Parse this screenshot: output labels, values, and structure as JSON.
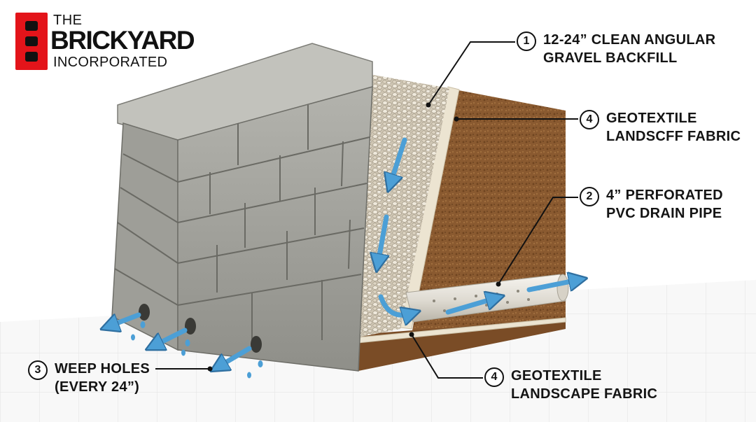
{
  "logo": {
    "line1": "THE",
    "line2": "BRICKYARD",
    "line3": "INCORPORATED",
    "brand_color": "#e3141a"
  },
  "callouts": [
    {
      "id": "gravel",
      "number": "1",
      "line1": "12-24” CLEAN ANGULAR",
      "line2": "GRAVEL BACKFILL"
    },
    {
      "id": "fabric-top",
      "number": "4",
      "line1": "GEOTEXTILE",
      "line2": "LANDSCFF FABRIC"
    },
    {
      "id": "pipe",
      "number": "2",
      "line1": "4” PERFORATED",
      "line2": "PVC DRAIN PIPE"
    },
    {
      "id": "weep",
      "number": "3",
      "line1": "WEEP HOLES",
      "line2": "(EVERY 24”)"
    },
    {
      "id": "fabric-bottom",
      "number": "4",
      "line1": "GEOTEXTILE",
      "line2": "LANDSCAPE FABRIC"
    }
  ],
  "colors": {
    "water_arrow": "#4c9fd6",
    "block": "#a6a6a0",
    "soil": "#8a5a30",
    "gravel": "#d8d1c2",
    "fabric": "#e8dfcc",
    "pipe": "#e6e2da"
  }
}
